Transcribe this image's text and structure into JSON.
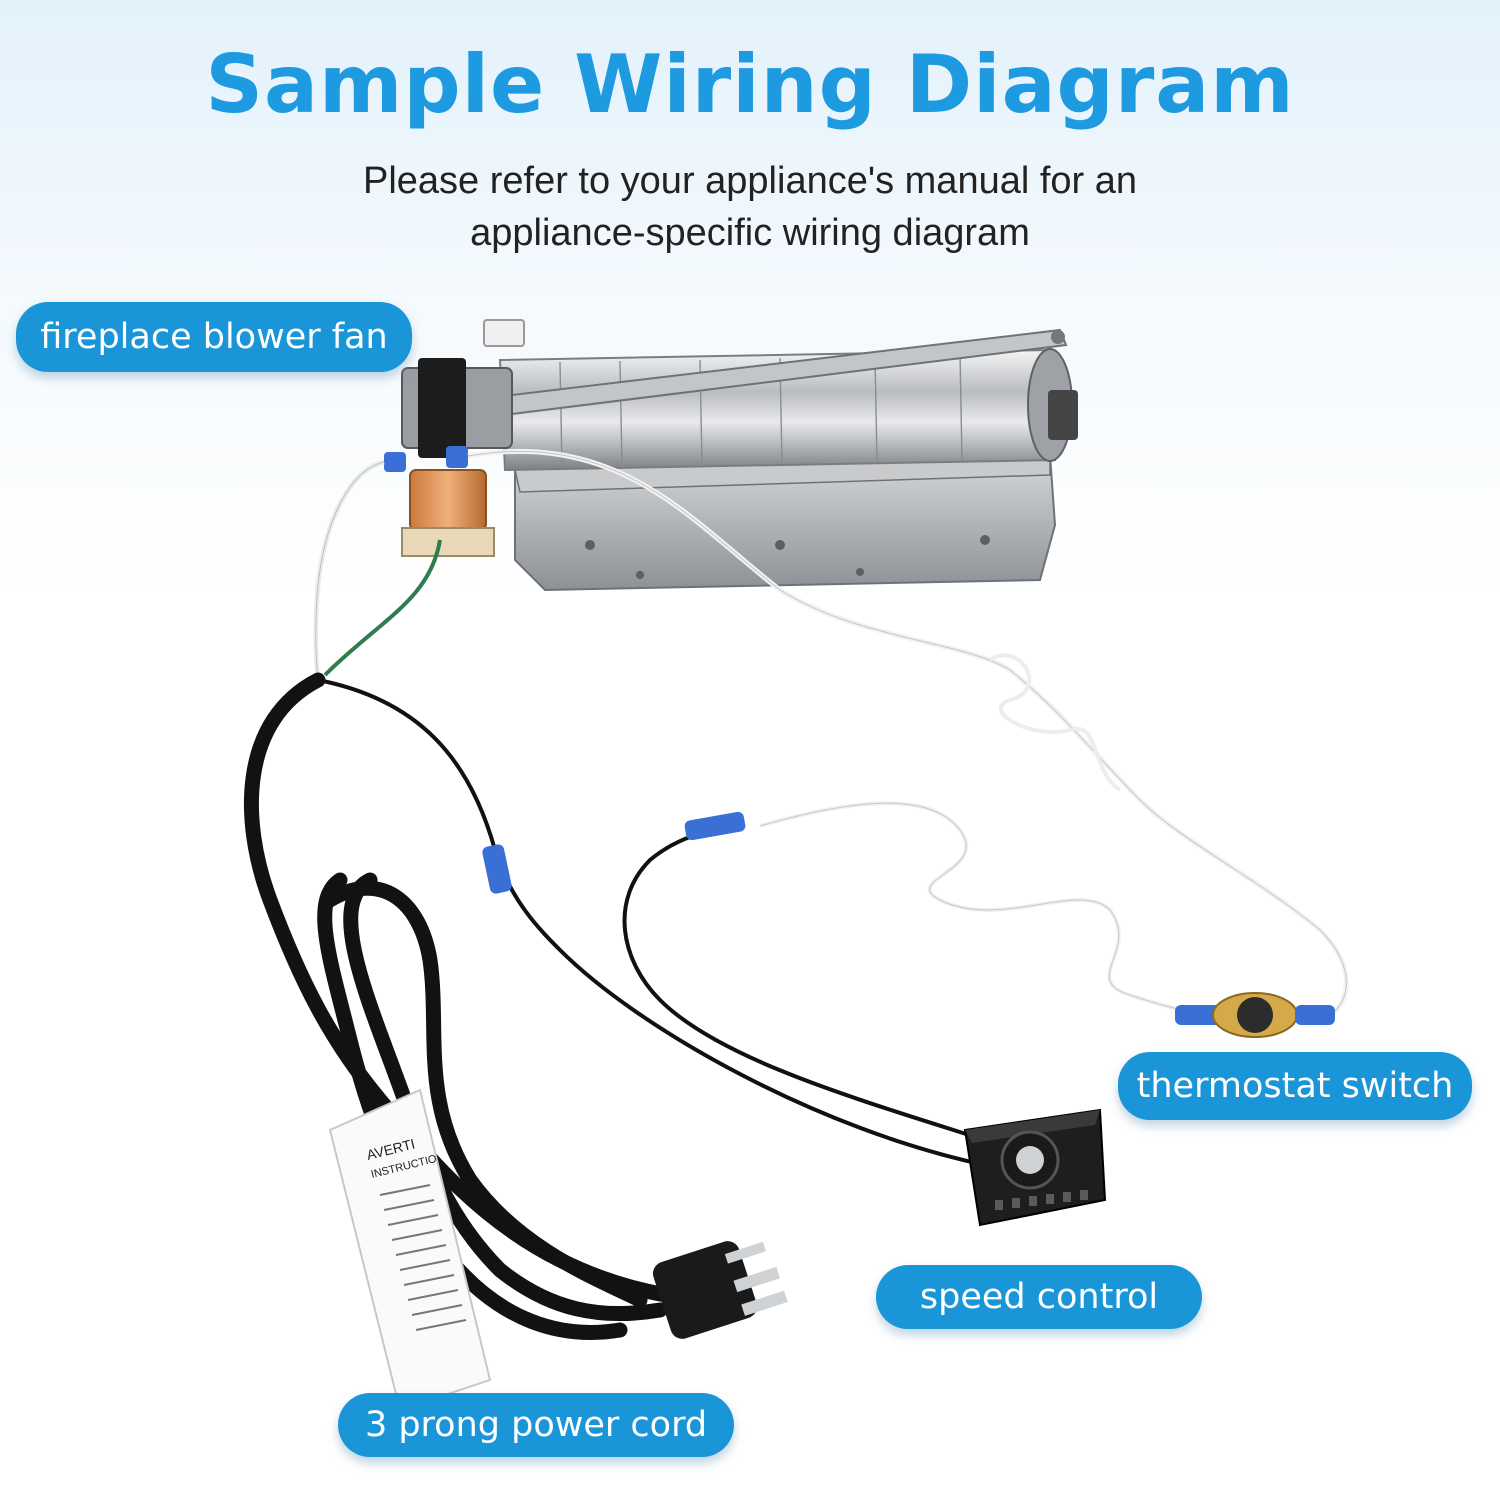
{
  "header": {
    "title": "Sample Wiring Diagram",
    "subtitle_line1": "Please refer to your appliance's manual for an",
    "subtitle_line2": "appliance-specific wiring diagram"
  },
  "labels": {
    "blower_fan": "fireplace blower fan",
    "thermostat": "thermostat switch",
    "speed_control": "speed control",
    "power_cord": "3 prong power cord"
  },
  "tag": {
    "line1": "AVERTI",
    "line2": "INSTRUCTIO"
  },
  "colors": {
    "title": "#1e9be0",
    "pill": "#1a96d8",
    "cord": "#111111",
    "white_wire": "#f2f2f2",
    "green_wire": "#2e7d4f",
    "connector": "#3a6fd6"
  }
}
